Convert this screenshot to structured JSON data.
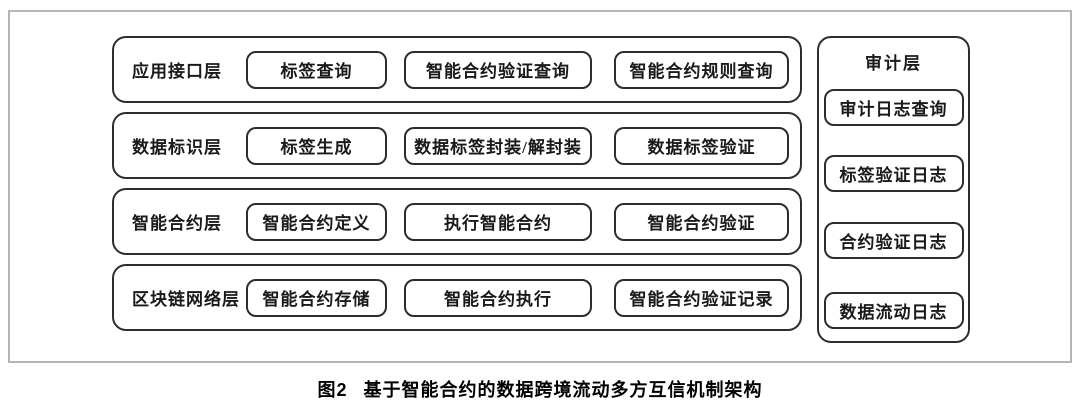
{
  "diagram": {
    "layers": [
      {
        "label": "应用接口层",
        "boxes": [
          "标签查询",
          "智能合约验证查询",
          "智能合约规则查询"
        ]
      },
      {
        "label": "数据标识层",
        "boxes": [
          "标签生成",
          "数据标签封装/解封装",
          "数据标签验证"
        ]
      },
      {
        "label": "智能合约层",
        "boxes": [
          "智能合约定义",
          "执行智能合约",
          "智能合约验证"
        ]
      },
      {
        "label": "区块链网络层",
        "boxes": [
          "智能合约存储",
          "智能合约执行",
          "智能合约验证记录"
        ]
      }
    ],
    "audit": {
      "title": "审计层",
      "boxes": [
        "审计日志查询",
        "标签验证日志",
        "合约验证日志",
        "数据流动日志"
      ]
    },
    "colors": {
      "box_border": "#2d2d2d",
      "frame_border": "#b5b5b5",
      "text": "#1a1a1a",
      "background": "#ffffff"
    }
  },
  "caption": {
    "figure": "图2",
    "title": "基于智能合约的数据跨境流动多方互信机制架构"
  }
}
